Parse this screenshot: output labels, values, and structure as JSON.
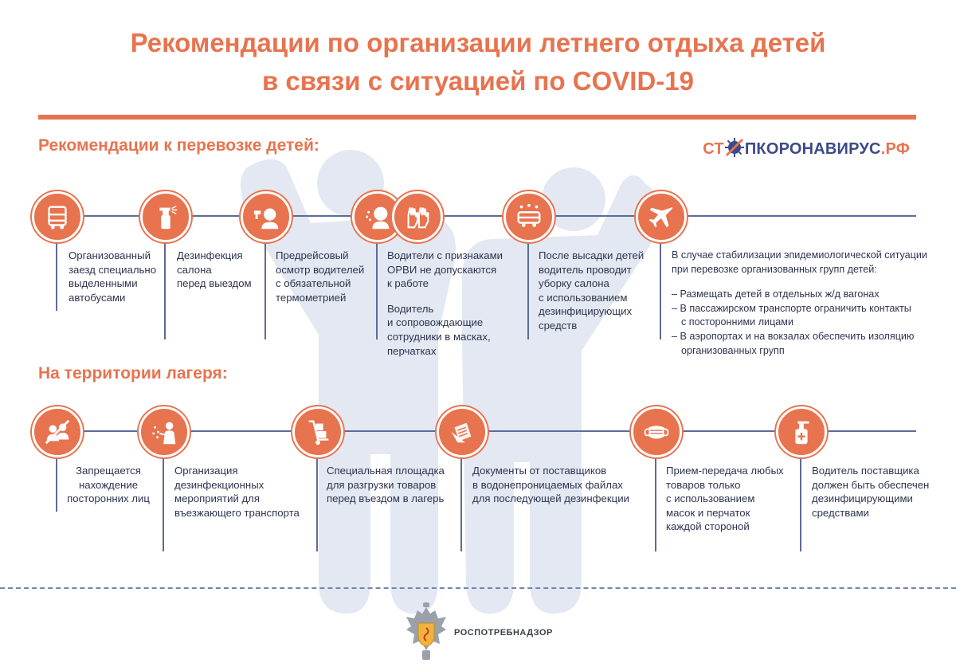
{
  "header": {
    "title_line1": "Рекомендации по организации летнего отдыха детей",
    "title_line2": "в связи с ситуацией по COVID-19"
  },
  "logo": {
    "part1": "СТ",
    "part2": "ПКОРОНАВИРУС",
    "part3": ".РФ",
    "icon": "virus-icon"
  },
  "transport": {
    "section_title": "Рекомендации к перевозке детей:",
    "items": [
      {
        "icon": "bus-icon",
        "lines": [
          "Организованный",
          "заезд специально",
          "выделенными",
          "автобусами"
        ]
      },
      {
        "icon": "spray-bottle-icon",
        "lines": [
          "Дезинфекция",
          "салона",
          "перед выездом"
        ]
      },
      {
        "icon": "thermometer-person-icon",
        "lines": [
          "Предрейсовый",
          "осмотр водителей",
          "с обязательной",
          "термометрией"
        ]
      },
      {
        "icon": "sick-person-icon",
        "icon2": "gloves-icon",
        "lines": [
          "Водители с признаками",
          "ОРВИ не допускаются",
          "к работе"
        ],
        "lines2": [
          "Водитель",
          "и сопровождающие",
          "сотрудники в масках,",
          "перчатках"
        ]
      },
      {
        "icon": "cleaning-bus-icon",
        "lines": [
          "После высадки детей",
          "водитель проводит",
          "уборку салона",
          "с использованием",
          "дезинфицирующих",
          "средств"
        ]
      },
      {
        "icon": "airplane-icon",
        "intro": [
          "В случае стабилизации эпидемиологической ситуации",
          "при перевозке организованных групп детей:"
        ],
        "bullets": [
          [
            "– Размещать детей в отдельных ж/д вагонах"
          ],
          [
            "– В пассажирском транспорте ограничить контакты",
            "с посторонними лицами"
          ],
          [
            "– В аэропортах и на вокзалах обеспечить изоляцию",
            "организованных групп"
          ]
        ]
      }
    ]
  },
  "camp": {
    "section_title": "На территории лагеря:",
    "items": [
      {
        "icon": "no-people-icon",
        "lines": [
          "Запрещается",
          "нахождение",
          "посторонних лиц"
        ]
      },
      {
        "icon": "disinfection-worker-icon",
        "lines": [
          "Организация",
          "дезинфекционных",
          "мероприятий для",
          "въезжающего транспорта"
        ]
      },
      {
        "icon": "hand-truck-icon",
        "lines": [
          "Специальная площадка",
          "для разгрузки товаров",
          "перед въездом в лагерь"
        ]
      },
      {
        "icon": "documents-icon",
        "lines": [
          "Документы от поставщиков",
          "в водонепроницаемых файлах",
          "для последующей дезинфекции"
        ]
      },
      {
        "icon": "face-mask-icon",
        "lines": [
          "Прием-передача любых",
          "товаров только",
          "с использованием",
          "масок и перчаток",
          "каждой стороной"
        ]
      },
      {
        "icon": "sanitizer-icon",
        "lines": [
          "Водитель поставщика",
          "должен быть обеспечен",
          "дезинфицирующими",
          "средствами"
        ]
      }
    ]
  },
  "footer": {
    "org_name": "РОСПОТРЕБНАДЗОР",
    "emblem": "eagle-emblem-icon"
  },
  "colors": {
    "accent": "#e8734f",
    "line": "#5c6b9a",
    "watermark": "#e3e8f2",
    "text": "#2e3450",
    "dash": "#6e84b8"
  }
}
